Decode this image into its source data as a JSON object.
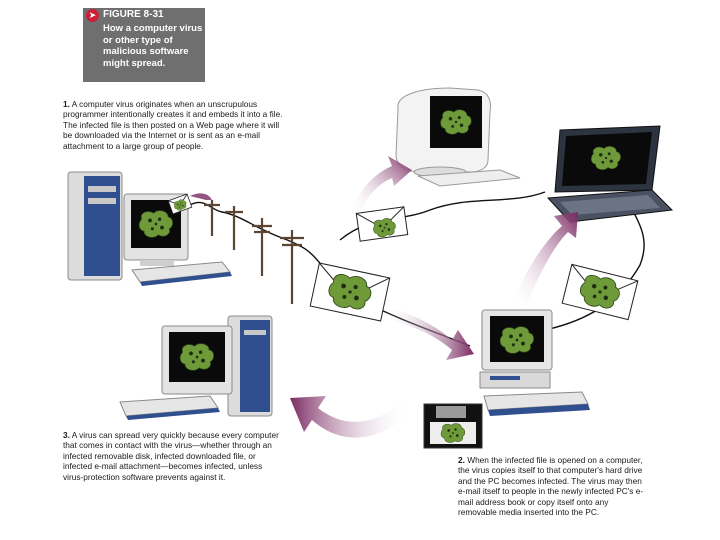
{
  "figure": {
    "label": "FIGURE 8-31",
    "caption": "How a computer virus or other type of malicious software might spread."
  },
  "steps": [
    {
      "number": "1.",
      "text": "A computer virus originates when an unscrupulous programmer intentionally creates it and embeds it into a file. The infected file is then posted on a Web page where it will be downloaded via the Internet or is sent as an e-mail attachment to a large group of people."
    },
    {
      "number": "2.",
      "text": "When the infected file is opened on a computer, the virus copies itself to that computer's hard drive and the PC becomes infected. The virus may then e-mail itself to people in the newly infected PC's e-mail address book or copy itself onto any removable media inserted into the PC."
    },
    {
      "number": "3.",
      "text": "A virus can spread very quickly because every computer that comes in contact with the virus—whether through an infected removable disk, infected downloaded file, or infected e-mail attachment—becomes infected, unless virus-protection software prevents against it."
    }
  ],
  "colors": {
    "arrow": "#7a2a62",
    "virus": "#6f9a3a",
    "figure_box": "#6f6f6f",
    "bullet": "#cc1f3a"
  },
  "icons": [
    "desktop-computer-icon",
    "imac-computer-icon",
    "laptop-computer-icon",
    "infected-pc-icon",
    "floppy-disk-icon",
    "envelope-icon",
    "utility-pole-icon",
    "virus-icon",
    "spread-arrow-icon"
  ]
}
